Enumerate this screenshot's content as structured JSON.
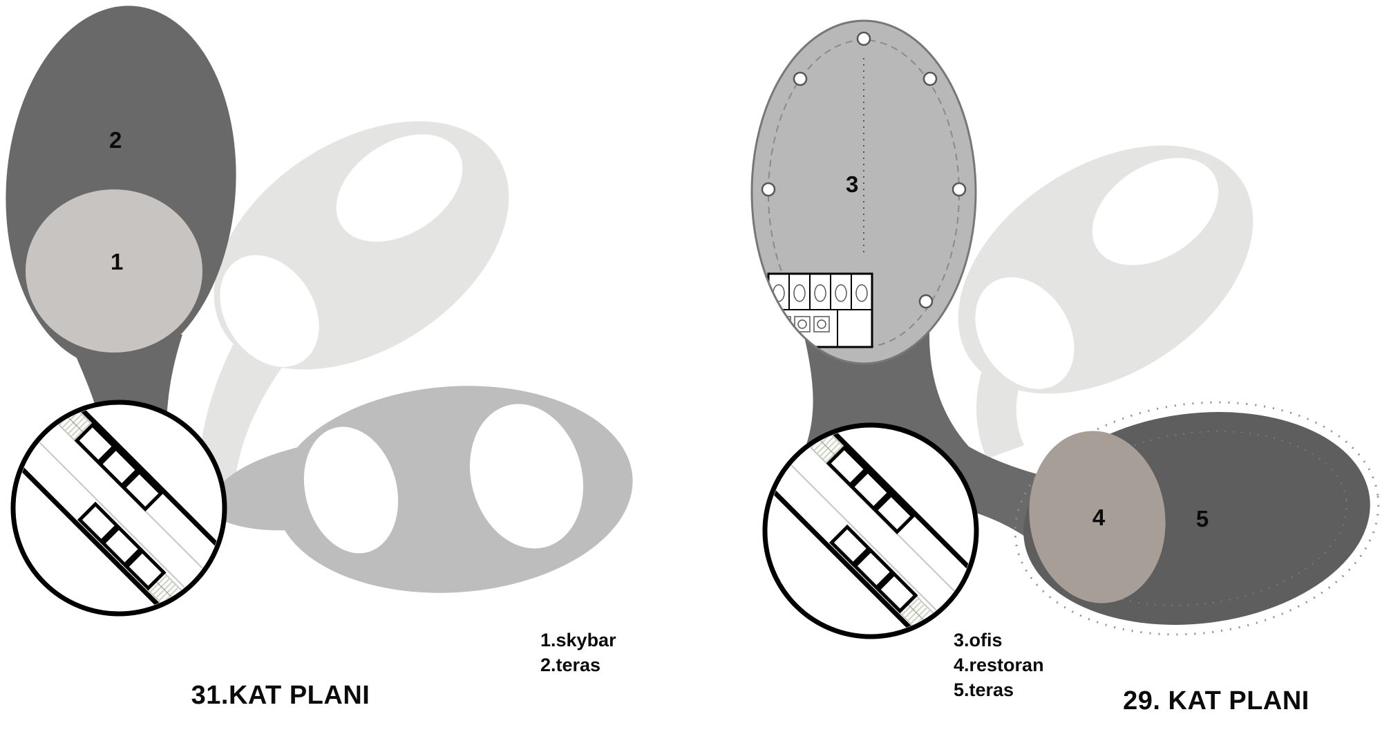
{
  "figure": {
    "left_plan": {
      "title": "31.KAT PLANI",
      "region_labels": {
        "skybar": "1",
        "teras": "2"
      },
      "legend": {
        "line1": "1.skybar",
        "line2": "2.teras"
      }
    },
    "right_plan": {
      "title": "29. KAT PLANI",
      "region_labels": {
        "ofis": "3",
        "restoran": "4",
        "teras": "5"
      },
      "legend": {
        "line1": "3.ofis",
        "line2": "4.restoran",
        "line3": "5.teras"
      }
    },
    "colors": {
      "skybar": "#c8c4c1",
      "teras31": "#69696a",
      "light_wing": "#e4e4e3",
      "medium_wing": "#bdbdbd",
      "ofis": "#b8b8b8",
      "ofis_outline": "#777777",
      "restoran": "#a89e98",
      "teras29": "#5e5e5f",
      "connector_dark": "#6a6a6a",
      "white": "#ffffff"
    }
  }
}
